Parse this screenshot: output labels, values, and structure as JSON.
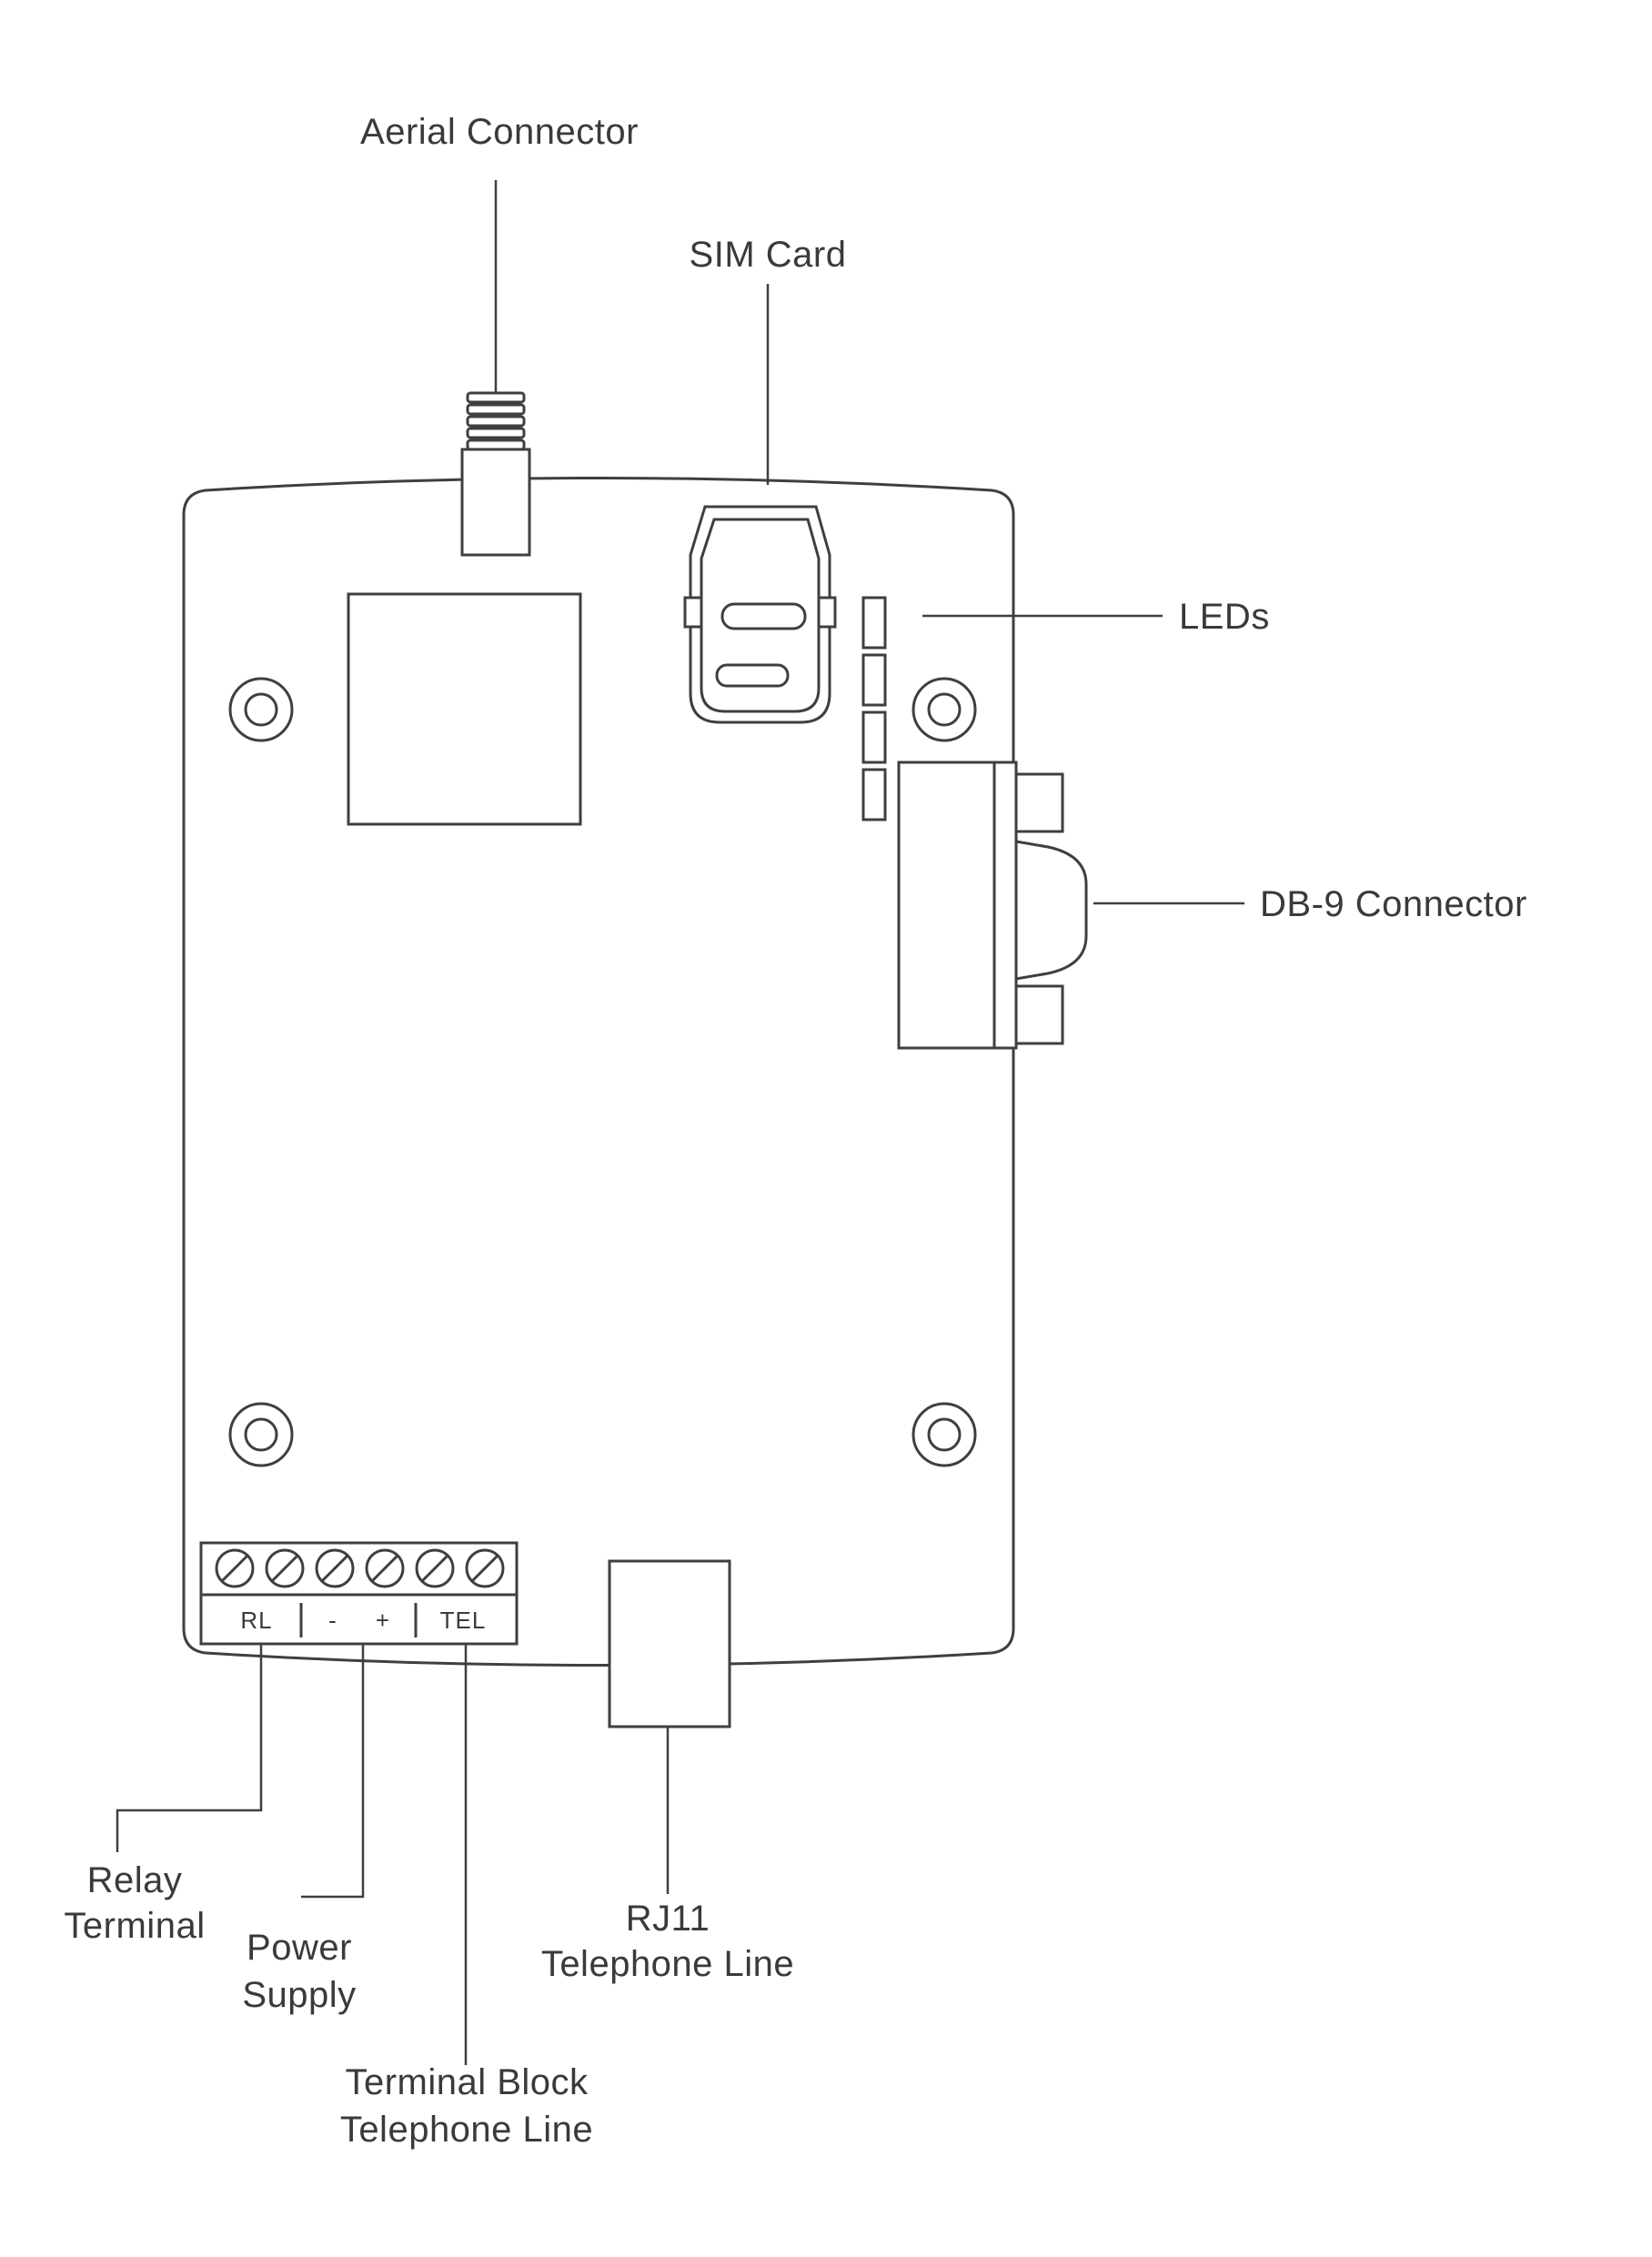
{
  "diagram": {
    "labels": {
      "aerial_connector": "Aerial Connector",
      "sim_card": "SIM Card",
      "leds": "LEDs",
      "db9_connector": "DB-9 Connector",
      "relay_line1": "Relay",
      "relay_line2": "Terminal",
      "power_line1": "Power",
      "power_line2": "Supply",
      "terminal_block_line1": "Terminal Block",
      "terminal_block_line2": "Telephone Line",
      "rj11_line1": "RJ11",
      "rj11_line2": "Telephone Line"
    },
    "terminal_block": {
      "rl": "RL",
      "minus": "-",
      "plus": "+",
      "tel": "TEL"
    },
    "colors": {
      "line": "#3f3f3f",
      "text": "#3a3a3a",
      "background": "#ffffff"
    }
  }
}
